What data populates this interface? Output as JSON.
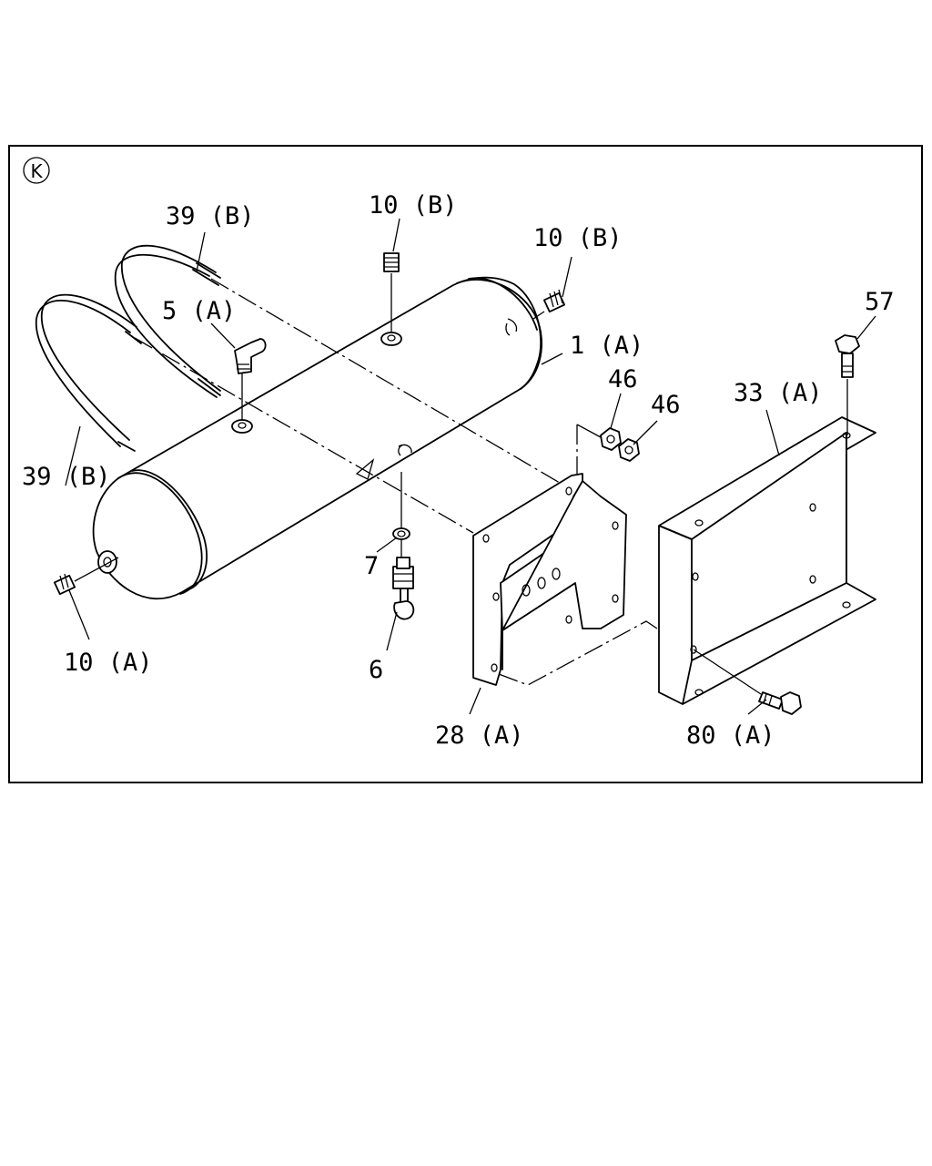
{
  "view_marker": "K",
  "labels": {
    "tank": "1 (A)",
    "fitting_elbow": "5 (A)",
    "drain_valve": "6",
    "washer": "7",
    "plug_a": "10 (A)",
    "plug_b_top": "10 (B)",
    "plug_b_end": "10 (B)",
    "bracket": "28 (A)",
    "support_plate": "33 (A)",
    "band_upper": "39 (B)",
    "band_lower": "39 (B)",
    "nut_1": "46",
    "nut_2": "46",
    "bolt_top": "57",
    "bolt_bottom": "80 (A)"
  }
}
